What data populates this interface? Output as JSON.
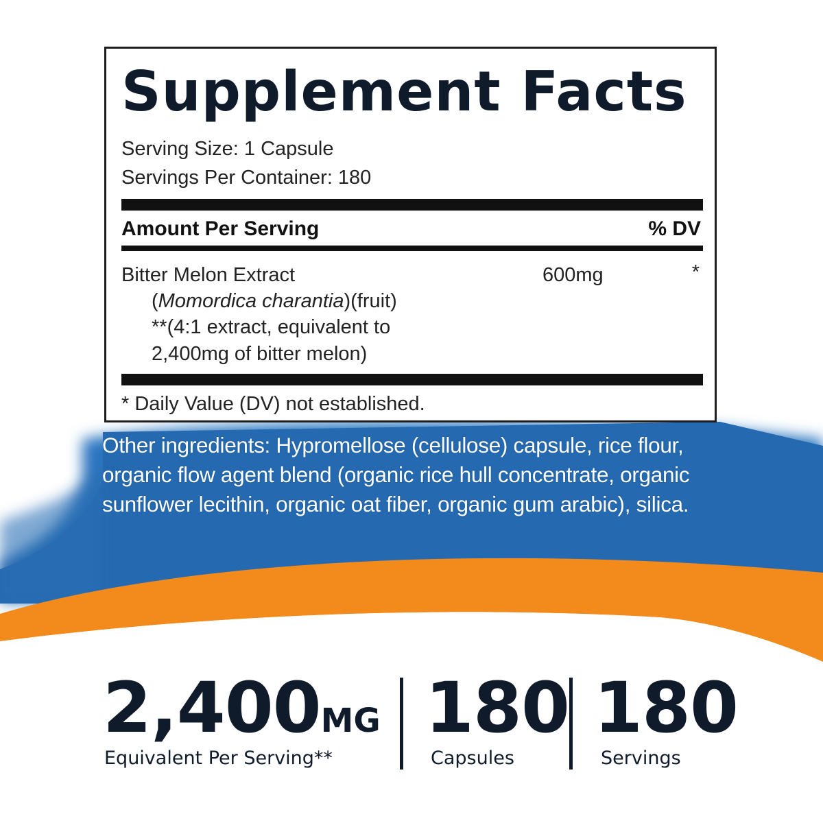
{
  "panel": {
    "title": "Supplement Facts",
    "serving_size": "Serving Size: 1 Capsule",
    "servings_per_container": "Servings Per Container: 180",
    "col_amount": "Amount Per Serving",
    "col_dv": "% DV",
    "ingredient": {
      "name": "Bitter Melon Extract",
      "latin_open": "(",
      "latin": "Momordica charantia",
      "latin_close": ")(fruit)",
      "note_line1": "**(4:1 extract, equivalent to",
      "note_line2": "2,400mg of bitter melon)",
      "amount": "600mg",
      "dv": "*"
    },
    "footnote": "* Daily Value (DV) not established."
  },
  "other_ingredients": "Other ingredients: Hypromellose (cellulose) capsule, rice flour, organic flow agent blend (organic rice hull concentrate, organic sunflower lecithin, organic oat fiber, organic gum arabic), silica.",
  "stats": [
    {
      "value": "2,400",
      "unit": "MG",
      "label": "Equivalent Per Serving**"
    },
    {
      "value": "180",
      "unit": "",
      "label": "Capsules"
    },
    {
      "value": "180",
      "unit": "",
      "label": "Servings"
    }
  ],
  "colors": {
    "blue": "#2a6fb5",
    "orange": "#f28a1c",
    "navy_text": "#0f1b2a"
  }
}
